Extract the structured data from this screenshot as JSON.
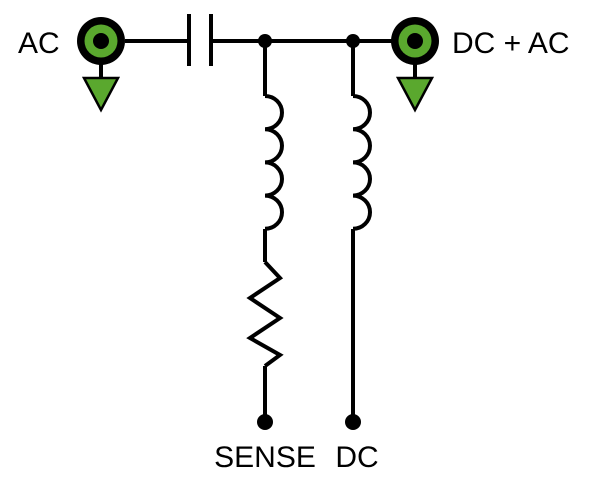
{
  "labels": {
    "ac": "AC",
    "dc_ac": "DC + AC",
    "sense": "SENSE",
    "dc": "DC"
  },
  "colors": {
    "wire": "#000000",
    "connector_ring": "#5aa82e",
    "connector_body": "#000000",
    "ground_fill": "#5aa82e",
    "ground_stroke": "#000000",
    "text": "#000000"
  },
  "icons": {
    "ac_port": "bnc-connector-icon",
    "dcac_port": "bnc-connector-icon",
    "ground": "ground-triangle-icon",
    "capacitor": "capacitor-icon",
    "inductor": "inductor-icon",
    "resistor": "resistor-icon"
  }
}
